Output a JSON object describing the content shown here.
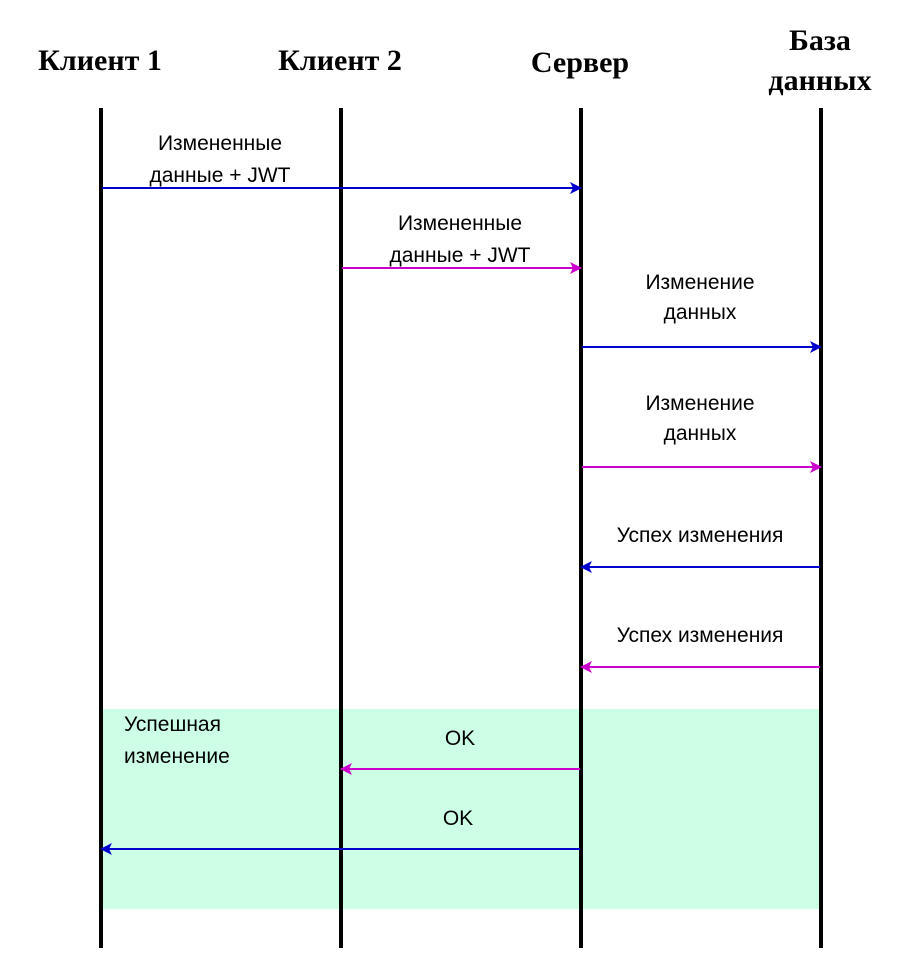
{
  "colors": {
    "background": "#ffffff",
    "lifeline": "#000000",
    "flow_client1": "#0000cc",
    "flow_client2": "#cc00cc",
    "success_region": "#ccffe6"
  },
  "actors": [
    {
      "id": "client1",
      "lines": [
        "Клиент 1"
      ]
    },
    {
      "id": "client2",
      "lines": [
        "Клиент 2"
      ]
    },
    {
      "id": "server",
      "lines": [
        "Сервер"
      ]
    },
    {
      "id": "database",
      "lines": [
        "База",
        "данных"
      ]
    }
  ],
  "region": {
    "label_lines": [
      "Успешная",
      "изменение"
    ]
  },
  "messages": [
    {
      "from": "client1",
      "to": "server",
      "flow": "client1",
      "label_lines": [
        "Измененные",
        "данные + JWT"
      ]
    },
    {
      "from": "client2",
      "to": "server",
      "flow": "client2",
      "label_lines": [
        "Измененные",
        "данные + JWT"
      ]
    },
    {
      "from": "server",
      "to": "database",
      "flow": "client1",
      "label_lines": [
        "Изменение",
        "данных"
      ]
    },
    {
      "from": "server",
      "to": "database",
      "flow": "client2",
      "label_lines": [
        "Изменение",
        "данных"
      ]
    },
    {
      "from": "database",
      "to": "server",
      "flow": "client1",
      "label_lines": [
        "Успех изменения"
      ]
    },
    {
      "from": "database",
      "to": "server",
      "flow": "client2",
      "label_lines": [
        "Успех изменения"
      ]
    },
    {
      "from": "server",
      "to": "client2",
      "flow": "client2",
      "label_lines": [
        "OK"
      ]
    },
    {
      "from": "server",
      "to": "client1",
      "flow": "client1",
      "label_lines": [
        "OK"
      ]
    }
  ]
}
